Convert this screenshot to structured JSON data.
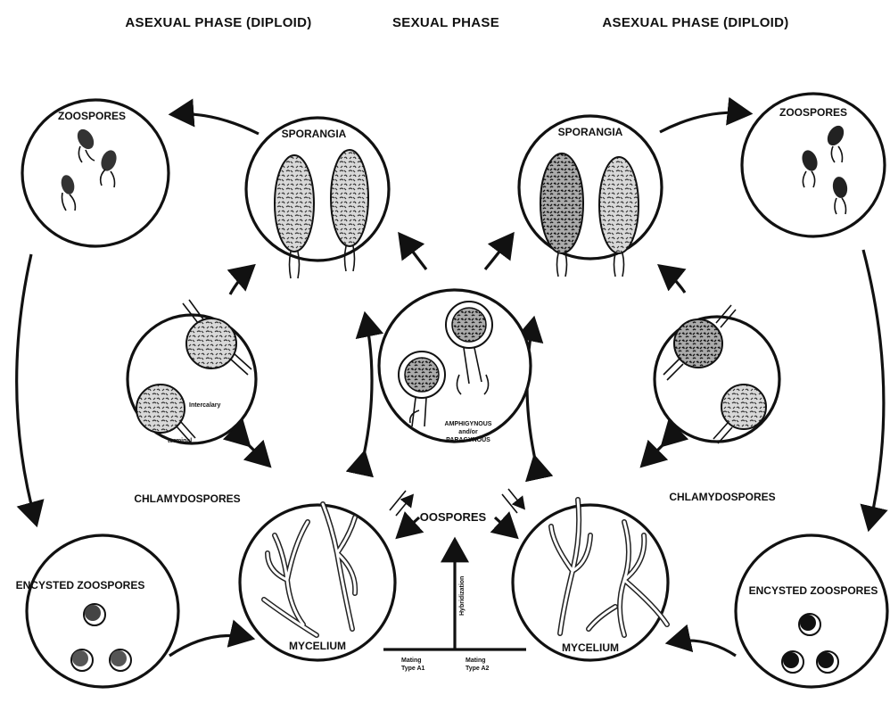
{
  "phases": {
    "asexual_left": "ASEXUAL PHASE (DIPLOID)",
    "sexual": "SEXUAL PHASE",
    "asexual_right": "ASEXUAL PHASE (DIPLOID)"
  },
  "labels": {
    "zoospores_left": "ZOOSPORES",
    "zoospores_right": "ZOOSPORES",
    "sporangia_left": "SPORANGIA",
    "sporangia_right": "SPORANGIA",
    "chlamydospores_left": "CHLAMYDOSPORES",
    "chlamydospores_right": "CHLAMYDOSPORES",
    "intercalary": "Intercalary",
    "terminal": "terminal",
    "encysted_left": "ENCYSTED ZOOSPORES",
    "encysted_right": "ENCYSTED ZOOSPORES",
    "mycelium_left": "MYCELIUM",
    "mycelium_right": "MYCELIUM",
    "oospores": "OOSPORES",
    "amphigynous_1": "AMPHIGYNOUS",
    "amphigynous_2": "and/or",
    "amphigynous_3": "PARAGYNOUS",
    "mating_a1_1": "Mating",
    "mating_a1_2": "Type A1",
    "mating_a2_1": "Mating",
    "mating_a2_2": "Type A2",
    "hybridization": "Hybridization"
  },
  "colors": {
    "ink": "#111111",
    "background": "#ffffff"
  }
}
